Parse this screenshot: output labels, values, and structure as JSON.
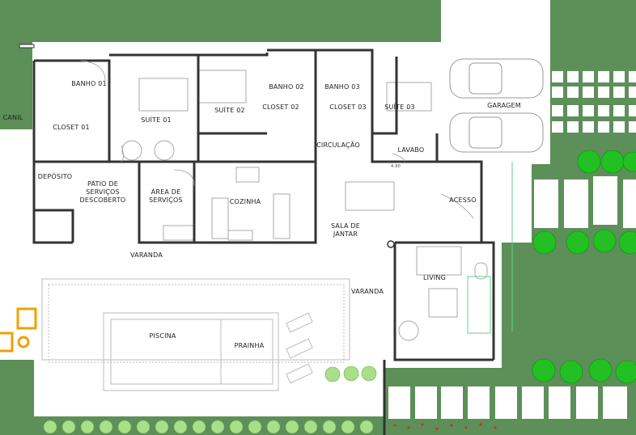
{
  "colors": {
    "grass": "#5d8f59",
    "wall": "#333333",
    "furniture": "#9a9a9a",
    "accent_orange": "#f0a000",
    "shrub": "#7ccf5a",
    "tree": "#1fbf1f",
    "glass": "#5fd38a"
  },
  "rooms": {
    "canil": "CANIL",
    "banho01": "BANHO 01",
    "closet01": "CLOSET 01",
    "suite01": "SUÍTE 01",
    "suite02": "SUÍTE 02",
    "banho02": "BANHO 02",
    "closet02": "CLOSET 02",
    "banho03": "BANHO 03",
    "closet03": "CLOSET 03",
    "suite03": "SUÍTE 03",
    "garagem": "GARAGEM",
    "circulacao": "CIRCULAÇÃO",
    "lavabo": "LAVABO",
    "deposito": "DEPÓSITO",
    "patio": "PÁTIO DE SERVIÇOS DESCOBERTO",
    "area_servicos": "ÁREA DE SERVIÇOS",
    "cozinha": "COZINHA",
    "sala_jantar": "SALA DE JANTAR",
    "acesso": "ACESSO",
    "varanda_1": "VARANDA",
    "varanda_2": "VARANDA",
    "living": "LIVING",
    "piscina": "PISCINA",
    "prainha": "PRAINHA"
  },
  "dimension_note": "4.90"
}
